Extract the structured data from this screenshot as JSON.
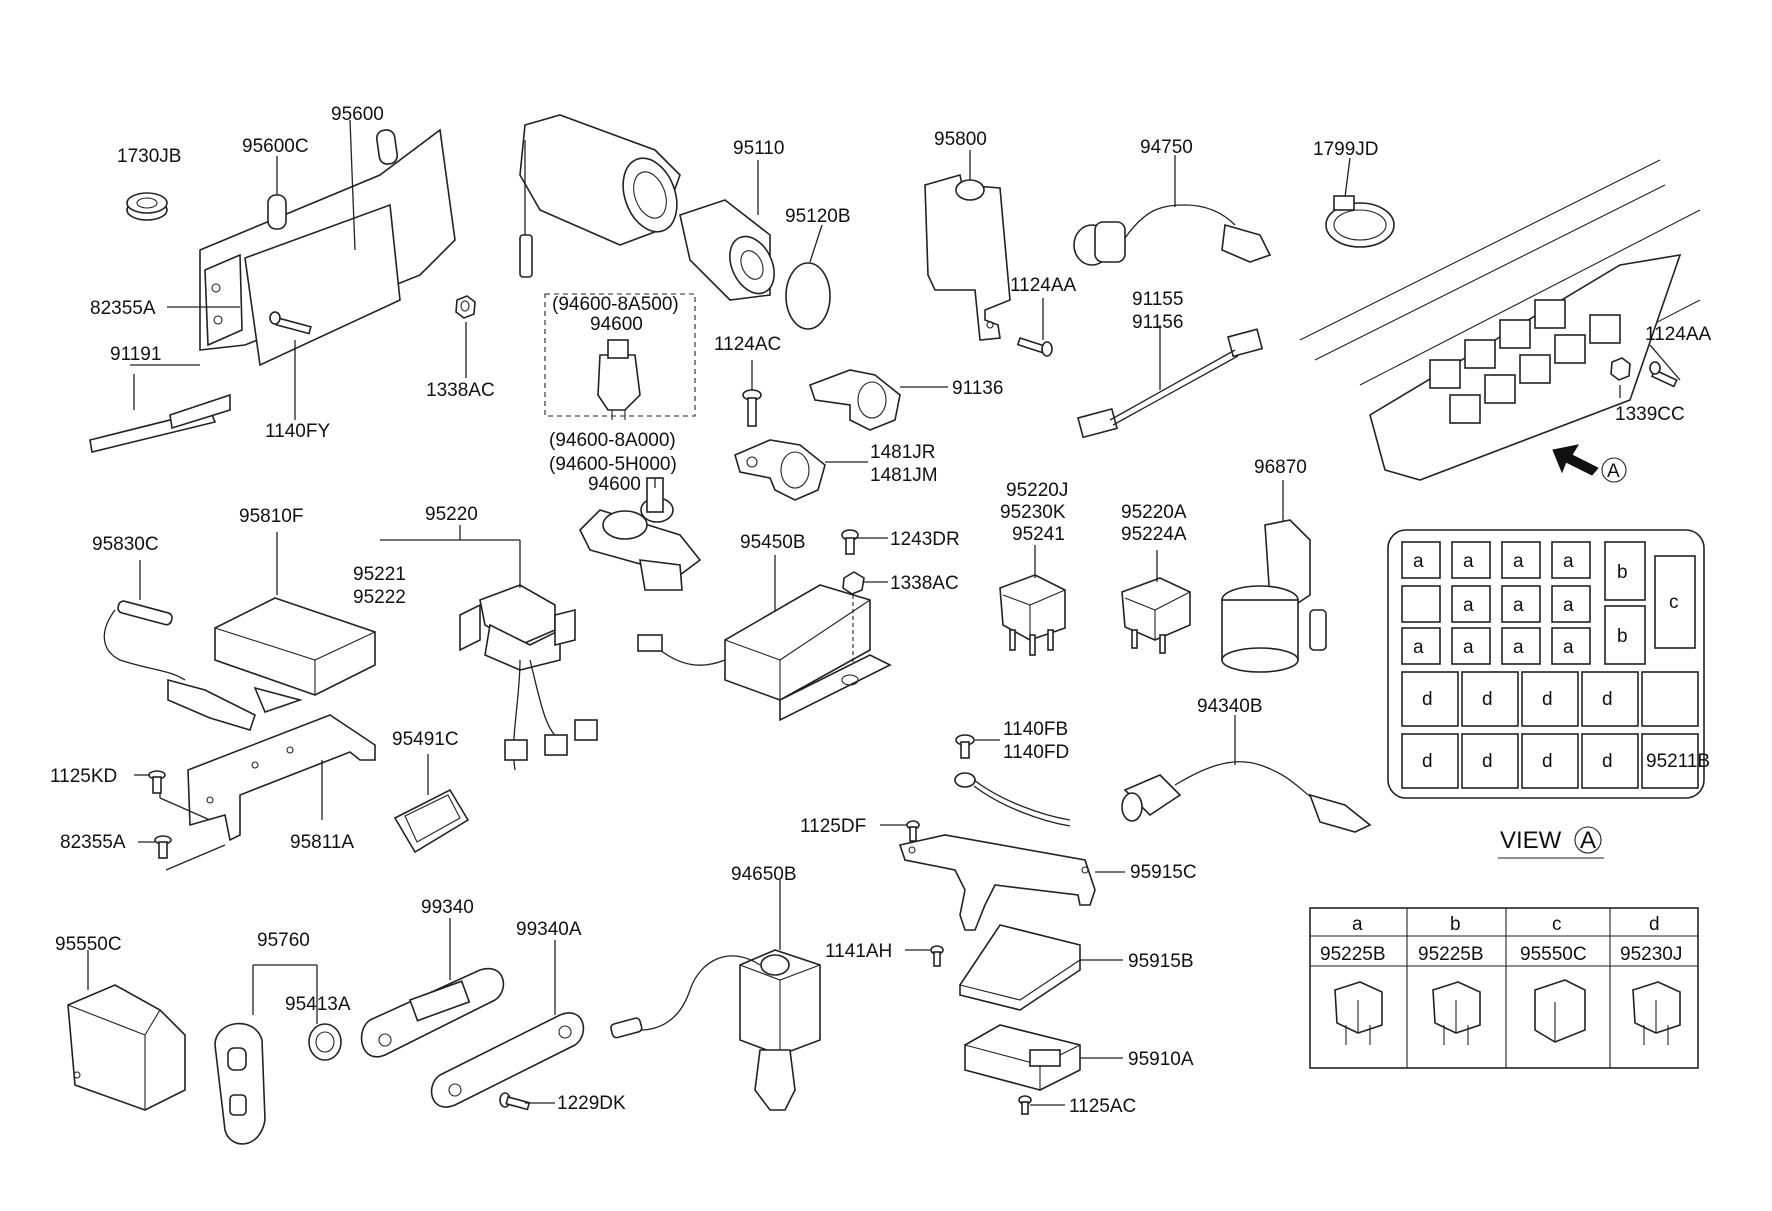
{
  "labels": {
    "p95600": "95600",
    "p95600c": "95600C",
    "p1730jb": "1730JB",
    "p82355a_top": "82355A",
    "p91191": "91191",
    "p1140fy": "1140FY",
    "p1338ac_top": "1338AC",
    "p95110": "95110",
    "p95120b": "95120B",
    "p94600_8a500": "(94600-8A500)",
    "p94600_a": "94600",
    "p1124ac": "1124AC",
    "p94600_8a000": "(94600-8A000)",
    "p94600_5h000": "(94600-5H000)",
    "p94600_b": "94600",
    "p91136": "91136",
    "p1481jr": "1481JR",
    "p1481jm": "1481JM",
    "p95800": "95800",
    "p1124aa_mid": "1124AA",
    "p94750": "94750",
    "p91155": "91155",
    "p91156": "91156",
    "p1799jd": "1799JD",
    "p1124aa_right": "1124AA",
    "p1339cc": "1339CC",
    "p95830c": "95830C",
    "p95810f": "95810F",
    "p95220": "95220",
    "p95221": "95221",
    "p95222": "95222",
    "p95450b": "95450B",
    "p1243dr": "1243DR",
    "p1338ac_mid": "1338AC",
    "p95220j": "95220J",
    "p95230k": "95230K",
    "p95241": "95241",
    "p95220a": "95220A",
    "p95224a": "95224A",
    "p96870": "96870",
    "p1125kd": "1125KD",
    "p82355a_bot": "82355A",
    "p95811a": "95811A",
    "p95491c": "95491C",
    "p1140fb": "1140FB",
    "p1140fd": "1140FD",
    "p94340b": "94340B",
    "p1125df": "1125DF",
    "p95915c": "95915C",
    "p95550c": "95550C",
    "p95760": "95760",
    "p95413a": "95413A",
    "p99340": "99340",
    "p99340a": "99340A",
    "p1229dk": "1229DK",
    "p94650b": "94650B",
    "p1141ah": "1141AH",
    "p95915b": "95915B",
    "p95910a": "95910A",
    "p1125ac": "1125AC"
  },
  "view": {
    "title": "VIEW",
    "marker": "A",
    "grid_cells": {
      "r1": [
        "a",
        "a",
        "a",
        "a"
      ],
      "r2": [
        "a",
        "a",
        "a"
      ],
      "r3": [
        "a",
        "a",
        "a",
        "a"
      ],
      "b1": "b",
      "b2": "b",
      "c": "c",
      "d_row1": [
        "d",
        "d",
        "d",
        "d"
      ],
      "d_row2": [
        "d",
        "d",
        "d",
        "d"
      ],
      "last_cell": "95211B"
    }
  },
  "legend_table": {
    "headers": [
      "a",
      "b",
      "c",
      "d"
    ],
    "parts": [
      "95225B",
      "95225B",
      "95550C",
      "95230J"
    ]
  }
}
